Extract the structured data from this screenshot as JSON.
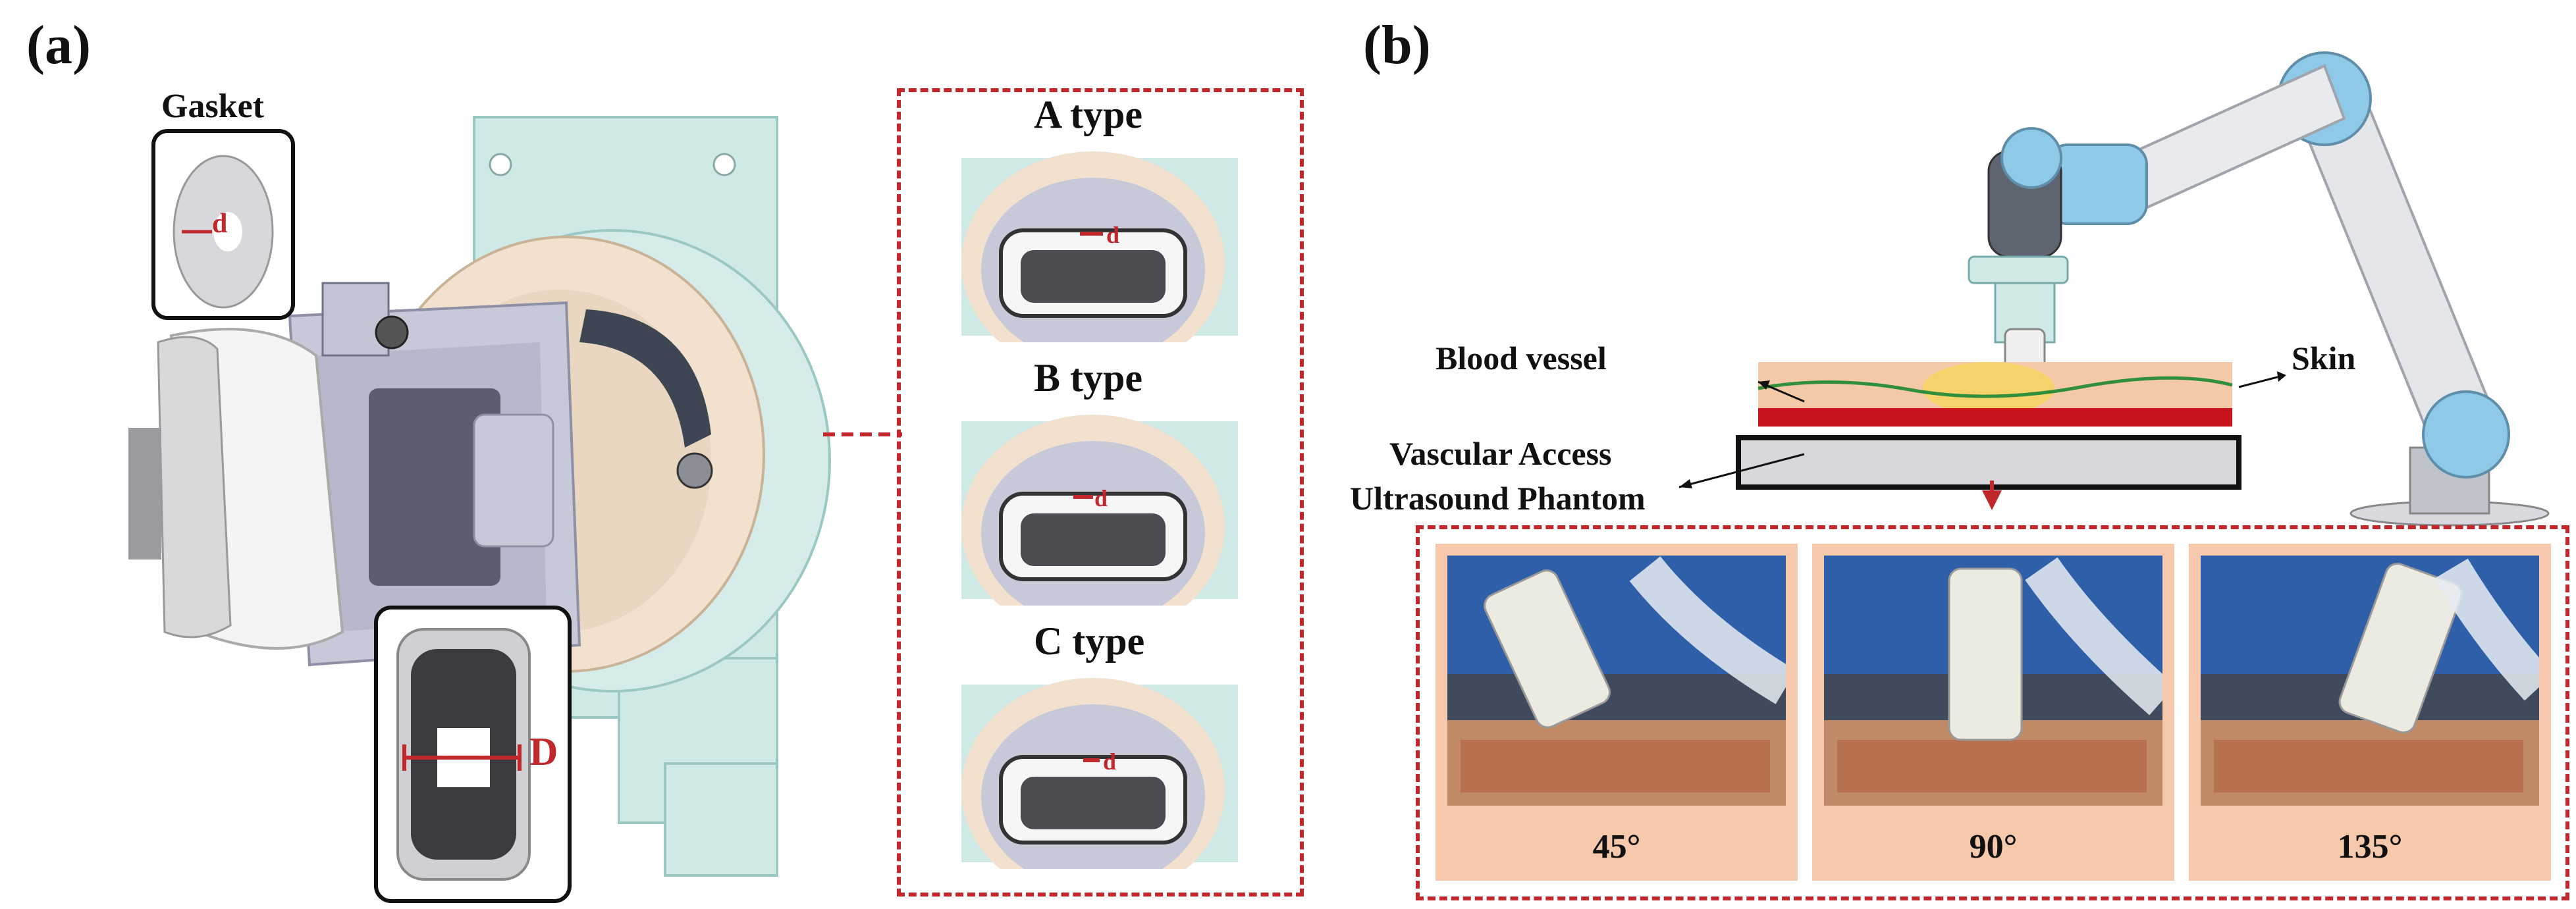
{
  "panel_a": {
    "letter": "(a)",
    "gasket_label": "Gasket",
    "gasket_dim": "d",
    "bore_dim": "D",
    "types": [
      {
        "label": "A type",
        "dim": "d"
      },
      {
        "label": "B type",
        "dim": "d"
      },
      {
        "label": "C type",
        "dim": "d"
      }
    ]
  },
  "panel_b": {
    "letter": "(b)",
    "blood_vessel": "Blood vessel",
    "skin": "Skin",
    "phantom_line1": "Vascular Access",
    "phantom_line2": "Ultrasound Phantom",
    "angles": [
      "45°",
      "90°",
      "135°"
    ]
  },
  "colors": {
    "accent_red": "#c0282c",
    "mint": "#cfe9e6",
    "beige": "#f2e2cf",
    "lavender": "#c9cad8",
    "robot_blue": "#8ec9e8",
    "skin_layer": "#f3c9a8",
    "vessel_layer": "#c8141c",
    "phantom_gray": "#d8d8dc",
    "photo_frame": "#f6c9ad"
  }
}
